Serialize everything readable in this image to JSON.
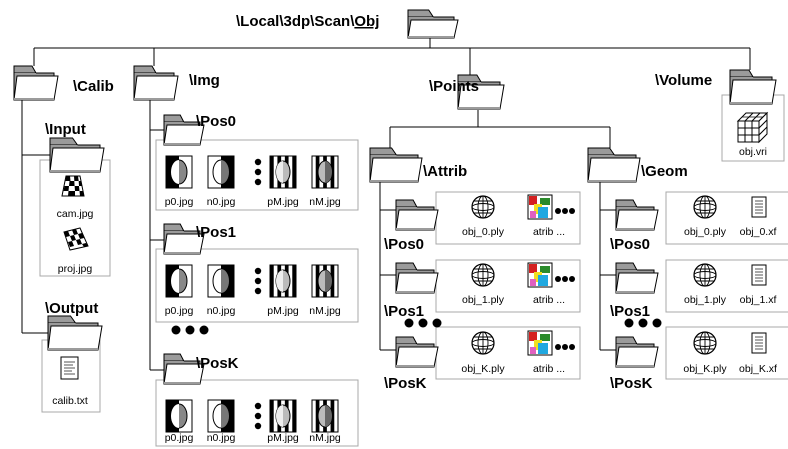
{
  "root": {
    "path_prefix": "\\Local\\3dp\\Scan\\",
    "path_current": "Obj"
  },
  "calib": {
    "label": "\\Calib",
    "input": {
      "label": "\\Input",
      "files": [
        "cam.jpg",
        "proj.jpg"
      ]
    },
    "output": {
      "label": "\\Output",
      "files": [
        "calib.txt"
      ]
    }
  },
  "img": {
    "label": "\\Img",
    "positions": [
      {
        "label": "\\Pos0",
        "files": [
          "p0.jpg",
          "n0.jpg",
          "pM.jpg",
          "nM.jpg"
        ]
      },
      {
        "label": "\\Pos1",
        "files": [
          "p0.jpg",
          "n0.jpg",
          "pM.jpg",
          "nM.jpg"
        ]
      },
      {
        "label": "\\PosK",
        "files": [
          "p0.jpg",
          "n0.jpg",
          "pM.jpg",
          "nM.jpg"
        ]
      }
    ]
  },
  "points": {
    "label": "\\Points",
    "attrib": {
      "label": "\\Attrib",
      "positions": [
        {
          "label": "\\Pos0",
          "files": [
            "obj_0.ply",
            "atrib ..."
          ]
        },
        {
          "label": "\\Pos1",
          "files": [
            "obj_1.ply",
            "atrib ..."
          ]
        },
        {
          "label": "\\PosK",
          "files": [
            "obj_K.ply",
            "atrib ..."
          ]
        }
      ]
    },
    "geom": {
      "label": "\\Geom",
      "positions": [
        {
          "label": "\\Pos0",
          "files": [
            "obj_0.ply",
            "obj_0.xf"
          ]
        },
        {
          "label": "\\Pos1",
          "files": [
            "obj_1.ply",
            "obj_1.xf"
          ]
        },
        {
          "label": "\\PosK",
          "files": [
            "obj_K.ply",
            "obj_K.xf"
          ]
        }
      ]
    }
  },
  "volume": {
    "label": "\\Volume",
    "files": [
      "obj.vri"
    ]
  },
  "icons": [
    "folder-icon",
    "checkerboard-image-icon",
    "text-file-icon",
    "stripe-pattern-image-icon",
    "ellipsis-icon",
    "sphere-mesh-icon",
    "color-attribute-icon",
    "voxel-cube-icon"
  ]
}
